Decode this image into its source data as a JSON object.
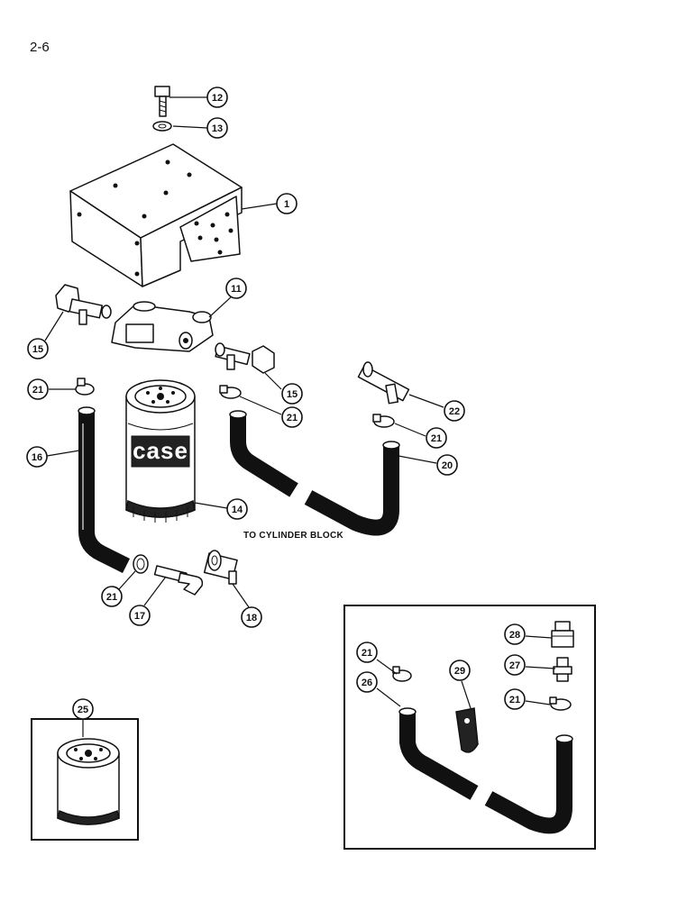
{
  "page": {
    "number": "2-6"
  },
  "note": "TO CYLINDER BLOCK",
  "filter_brand": "case",
  "callouts": [
    {
      "id": "c12",
      "label": "12"
    },
    {
      "id": "c13",
      "label": "13"
    },
    {
      "id": "c1",
      "label": "1"
    },
    {
      "id": "c11",
      "label": "11"
    },
    {
      "id": "c15a",
      "label": "15"
    },
    {
      "id": "c15b",
      "label": "15"
    },
    {
      "id": "c21a",
      "label": "21"
    },
    {
      "id": "c21b",
      "label": "21"
    },
    {
      "id": "c21c",
      "label": "21"
    },
    {
      "id": "c21d",
      "label": "21"
    },
    {
      "id": "c22",
      "label": "22"
    },
    {
      "id": "c16",
      "label": "16"
    },
    {
      "id": "c20",
      "label": "20"
    },
    {
      "id": "c14",
      "label": "14"
    },
    {
      "id": "c17",
      "label": "17"
    },
    {
      "id": "c18",
      "label": "18"
    },
    {
      "id": "c25",
      "label": "25"
    },
    {
      "id": "c28",
      "label": "28"
    },
    {
      "id": "c21e",
      "label": "21"
    },
    {
      "id": "c29",
      "label": "29"
    },
    {
      "id": "c27",
      "label": "27"
    },
    {
      "id": "c26",
      "label": "26"
    },
    {
      "id": "c21f",
      "label": "21"
    }
  ]
}
